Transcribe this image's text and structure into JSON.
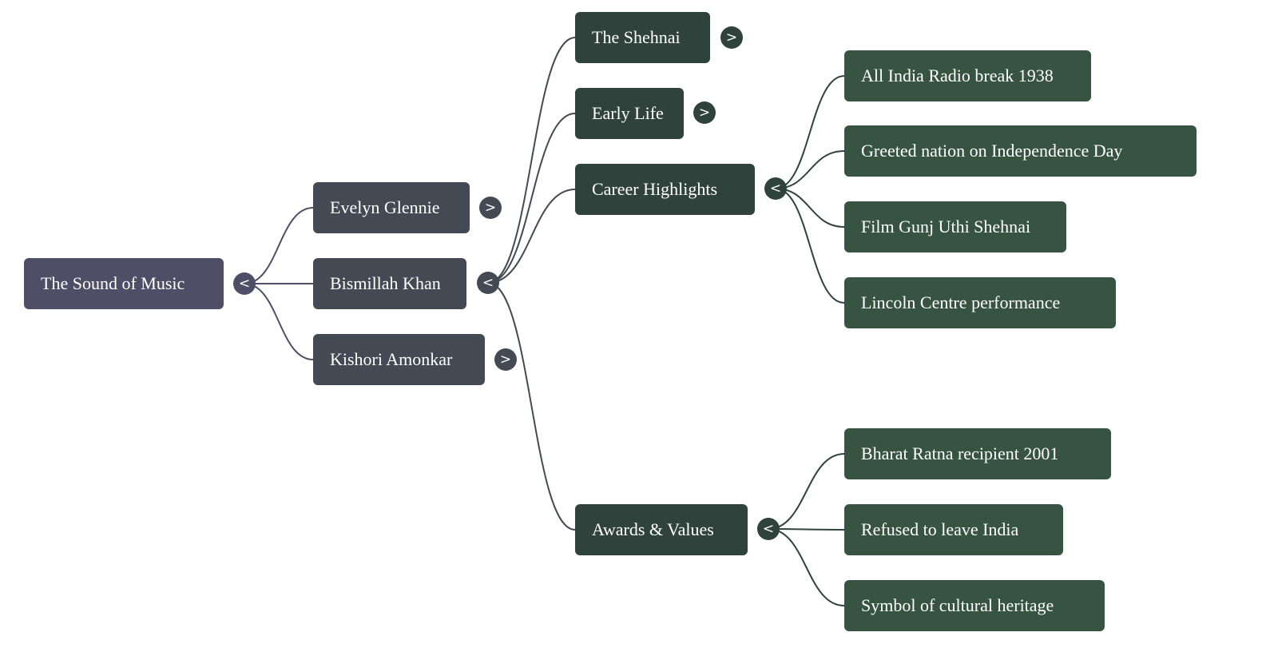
{
  "root": {
    "label": "The Sound of Music",
    "toggle": "<"
  },
  "level1": [
    {
      "label": "Evelyn Glennie",
      "toggle": ">"
    },
    {
      "label": "Bismillah Khan",
      "toggle": "<"
    },
    {
      "label": "Kishori Amonkar",
      "toggle": ">"
    }
  ],
  "level2": [
    {
      "label": "The Shehnai",
      "toggle": ">"
    },
    {
      "label": "Early Life",
      "toggle": ">"
    },
    {
      "label": "Career Highlights",
      "toggle": "<"
    },
    {
      "label": "Awards & Values",
      "toggle": "<"
    }
  ],
  "career": [
    {
      "label": "All India Radio break 1938"
    },
    {
      "label": "Greeted nation on Independence Day"
    },
    {
      "label": "Film Gunj Uthi Shehnai"
    },
    {
      "label": "Lincoln Centre performance"
    }
  ],
  "awards": [
    {
      "label": "Bharat Ratna recipient 2001"
    },
    {
      "label": "Refused to leave India"
    },
    {
      "label": "Symbol of cultural heritage"
    }
  ],
  "colors": {
    "root": "#4e4f66",
    "level1": "#434a54",
    "level2": "#2f423c",
    "level3": "#375341"
  }
}
